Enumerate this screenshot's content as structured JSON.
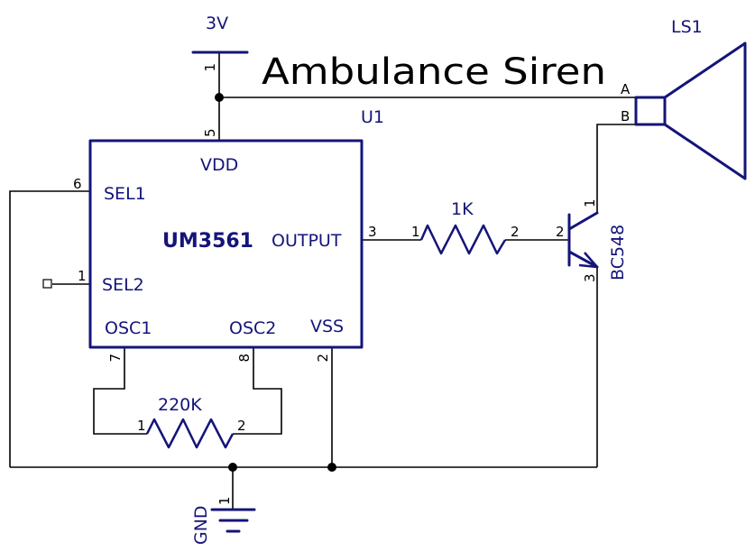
{
  "title": "Ambulance Siren",
  "colors": {
    "component": "#14147a",
    "wire": "#000000",
    "background": "#ffffff"
  },
  "power": {
    "label": "3V",
    "pin": "1"
  },
  "ground": {
    "label": "GND",
    "pin": "1"
  },
  "ic": {
    "refdes": "U1",
    "part": "UM3561",
    "pins": {
      "vdd": {
        "name": "VDD",
        "number": "5"
      },
      "sel1": {
        "name": "SEL1",
        "number": "6"
      },
      "sel2": {
        "name": "SEL2",
        "number": "1"
      },
      "output": {
        "name": "OUTPUT",
        "number": "3"
      },
      "osc1": {
        "name": "OSC1",
        "number": "7"
      },
      "osc2": {
        "name": "OSC2",
        "number": "8"
      },
      "vss": {
        "name": "VSS",
        "number": "2"
      }
    }
  },
  "r_base": {
    "value": "1K",
    "pin1": "1",
    "pin2": "2"
  },
  "r_osc": {
    "value": "220K",
    "pin1": "1",
    "pin2": "2"
  },
  "transistor": {
    "part": "BC548",
    "collector_pin": "1",
    "base_pin": "2",
    "emitter_pin": "3"
  },
  "speaker": {
    "refdes": "LS1",
    "pin_a": "A",
    "pin_b": "B"
  }
}
